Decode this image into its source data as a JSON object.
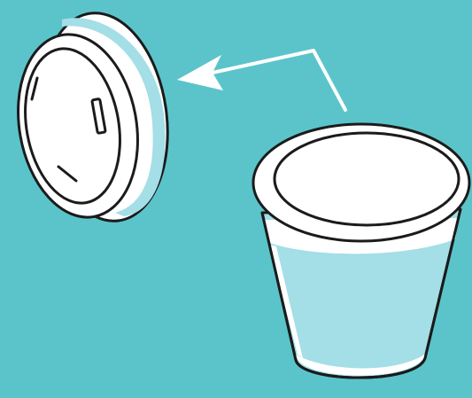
{
  "scene": {
    "subject": "cup-lid-removal-illustration",
    "elements": [
      "lid",
      "cup",
      "direction-arrow"
    ]
  },
  "colors": {
    "background": "#5BC4CB",
    "outline": "#1B1B1B",
    "lid_face": "#FFFFFF",
    "lid_rim_accent": "#A4DEE6",
    "cup_body": "#A4DEE6",
    "cup_highlight": "#FFFFFF",
    "arrow": "#FFFFFF"
  }
}
